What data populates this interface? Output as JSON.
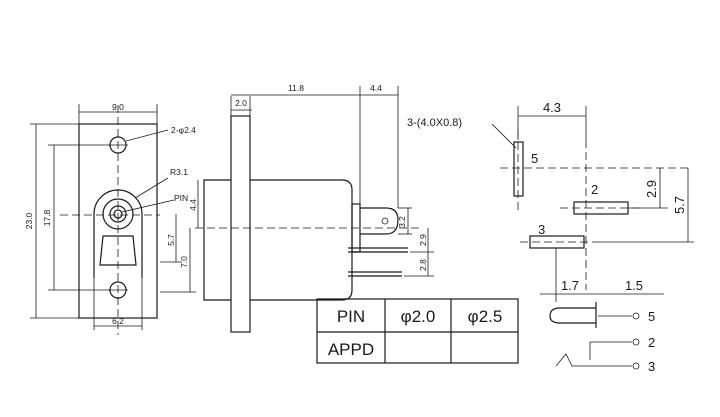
{
  "front_view": {
    "width_top": "9.0",
    "hole_note": "2-φ2.4",
    "height_total": "23.0",
    "height_holes": "17.8",
    "radius": "R3.1",
    "pin_label": "PIN",
    "pin_offset": "5.7",
    "bottom_height": "7.0",
    "width_bottom": "6.2"
  },
  "side_view": {
    "flange": "2.0",
    "body_length": "11.8",
    "tip_length": "4.4",
    "dim_4_4": "4.4",
    "dim_3_2": "3.2",
    "dim_2_9": "2.9",
    "dim_2_8": "2.8"
  },
  "terminal_view": {
    "hole_note": "3-(4.0X0.8)",
    "width": "4.3",
    "pin5": "5",
    "pin2": "2",
    "pin3": "3",
    "dim_2_9": "2.9",
    "dim_5_7": "5.7",
    "dim_1_7": "1.7",
    "dim_1_5": "1.5"
  },
  "table": {
    "headers": [
      "PIN",
      "φ2.0",
      "φ2.5"
    ],
    "rows": [
      [
        "APPD",
        "",
        ""
      ]
    ]
  },
  "schematic": {
    "labels": [
      "5",
      "2",
      "3"
    ]
  }
}
